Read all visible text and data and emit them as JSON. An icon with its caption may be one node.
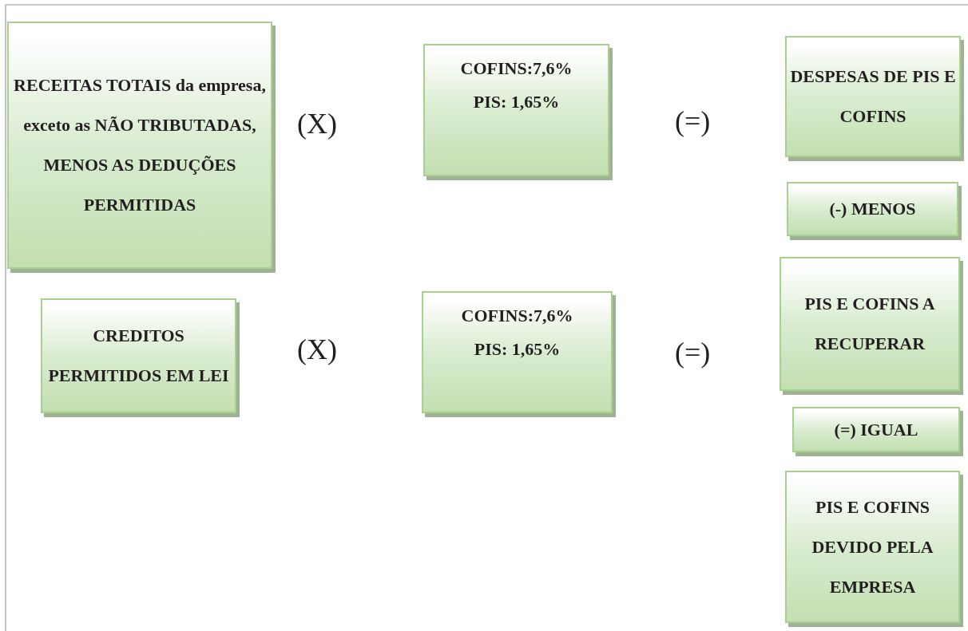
{
  "diagram": {
    "nodes": [
      {
        "text": [
          "RECEITAS TOTAIS da empresa, exceto as NÃO TRIBUTADAS, MENOS AS DEDUÇÕES PERMITIDAS"
        ]
      },
      {
        "text": [
          "COFINS:7,6%",
          "PIS: 1,65%"
        ]
      },
      {
        "text": [
          "DESPESAS DE PIS E COFINS"
        ]
      },
      {
        "text": [
          "(-) MENOS"
        ]
      },
      {
        "text": [
          "CREDITOS PERMITIDOS EM LEI"
        ]
      },
      {
        "text": [
          "COFINS:7,6%",
          "PIS: 1,65%"
        ]
      },
      {
        "text": [
          "PIS E COFINS A RECUPERAR"
        ]
      },
      {
        "text": [
          "(=) IGUAL"
        ]
      },
      {
        "text": [
          "PIS E COFINS DEVIDO PELA EMPRESA"
        ]
      }
    ],
    "labels": [
      "(X)",
      "(=)",
      "(X)",
      "(=)"
    ]
  }
}
